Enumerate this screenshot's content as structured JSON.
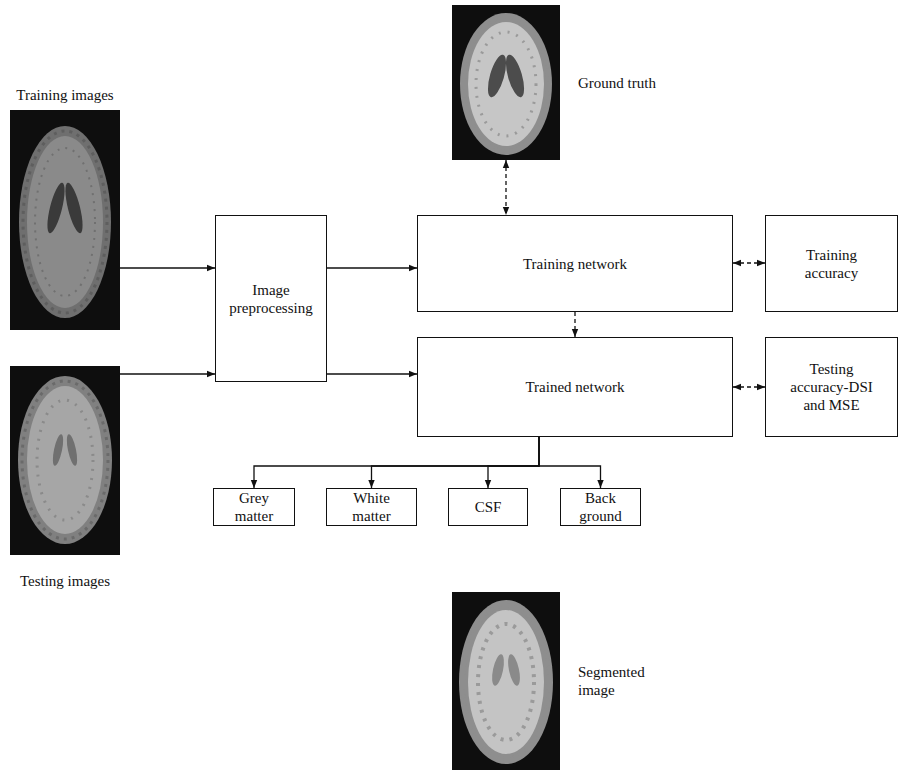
{
  "diagram": {
    "nodes": [
      {
        "text": [
          "Training images"
        ]
      },
      {
        "text": [
          "Testing images"
        ]
      },
      {
        "text": [
          "Image preprocessing"
        ]
      },
      {
        "text": [
          "Ground truth"
        ]
      },
      {
        "text": [
          "Training network"
        ]
      },
      {
        "text": [
          "Trained network"
        ]
      },
      {
        "text": [
          "Training accuracy"
        ]
      },
      {
        "text": [
          "Testing accuracy-DSI and MSE"
        ]
      },
      {
        "text": [
          "Grey matter"
        ]
      },
      {
        "text": [
          "White matter"
        ]
      },
      {
        "text": [
          "CSF"
        ]
      },
      {
        "text": [
          "Back ground"
        ]
      },
      {
        "text": [
          "Segmented image"
        ]
      }
    ],
    "edges": [
      {
        "from": 0,
        "to": 2,
        "arrow": "to"
      },
      {
        "from": 1,
        "to": 2,
        "arrow": "to"
      },
      {
        "from": 2,
        "to": 4,
        "arrow": "to"
      },
      {
        "from": 2,
        "to": 5,
        "arrow": "to"
      },
      {
        "from": 3,
        "to": 4,
        "arrow": "both"
      },
      {
        "from": 4,
        "to": 6,
        "arrow": "both"
      },
      {
        "from": 4,
        "to": 5,
        "arrow": "to"
      },
      {
        "from": 5,
        "to": 7,
        "arrow": "both"
      },
      {
        "from": 5,
        "to": 8,
        "arrow": "to"
      },
      {
        "from": 5,
        "to": 9,
        "arrow": "to"
      },
      {
        "from": 5,
        "to": 10,
        "arrow": "to"
      },
      {
        "from": 5,
        "to": 11,
        "arrow": "to"
      }
    ]
  }
}
